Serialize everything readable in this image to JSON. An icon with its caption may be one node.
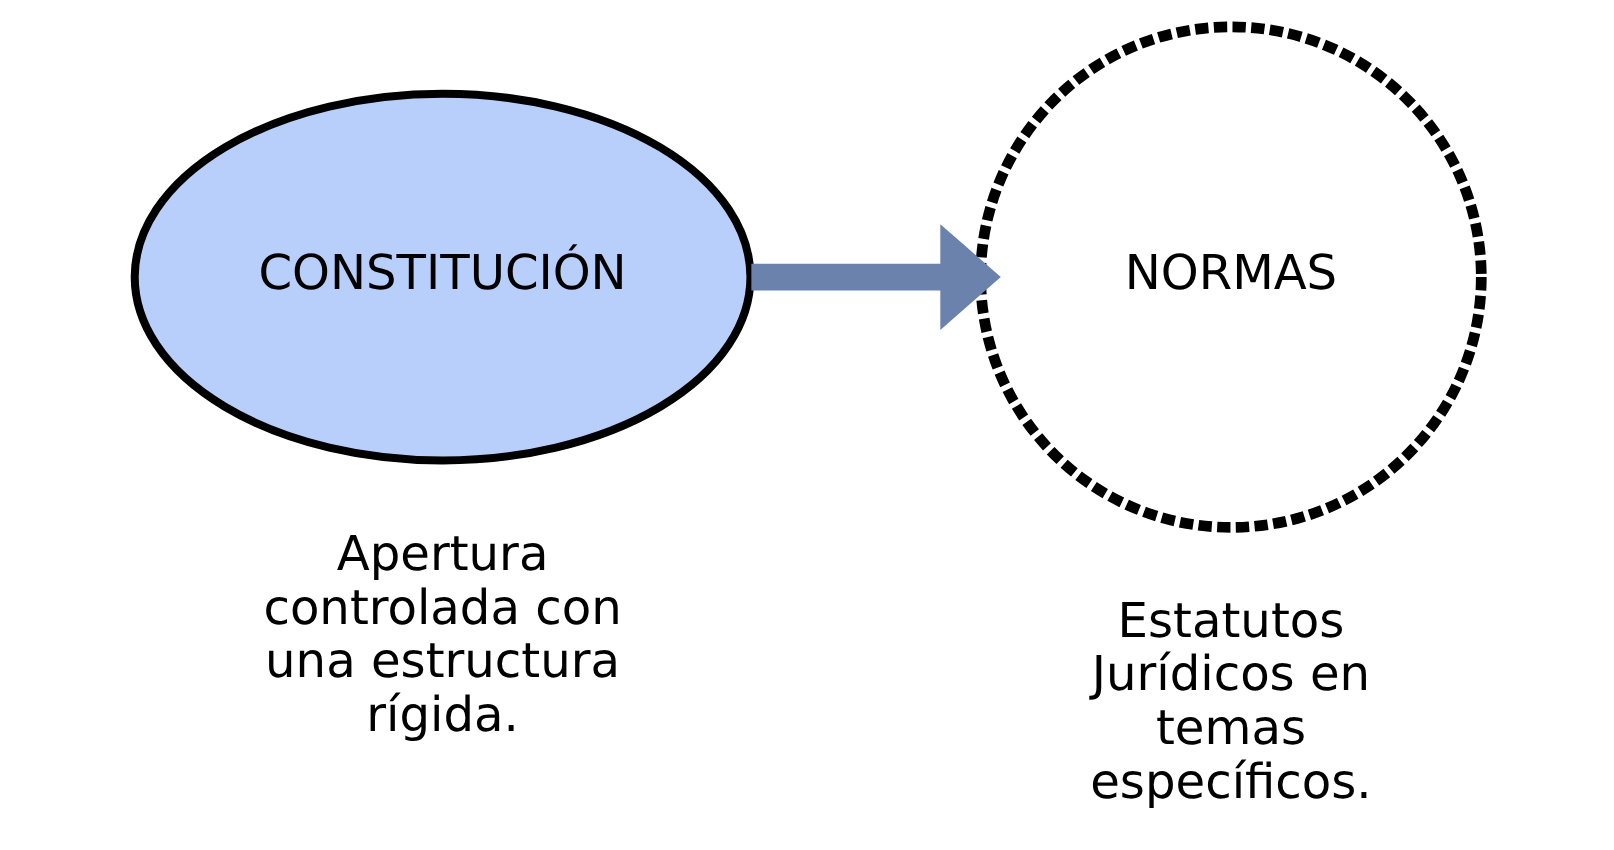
{
  "diagram": {
    "nodes": [
      {
        "text": [
          "CONSTITUCIÓN"
        ],
        "beside": [
          "Apertura controlada con una estructura rígida."
        ]
      },
      {
        "text": [
          "NORMAS"
        ],
        "beside": [
          "Estatutos Jurídicos en temas específicos."
        ]
      }
    ],
    "edges": [
      {
        "from": 0,
        "to": 1,
        "arrow": "to"
      }
    ]
  }
}
